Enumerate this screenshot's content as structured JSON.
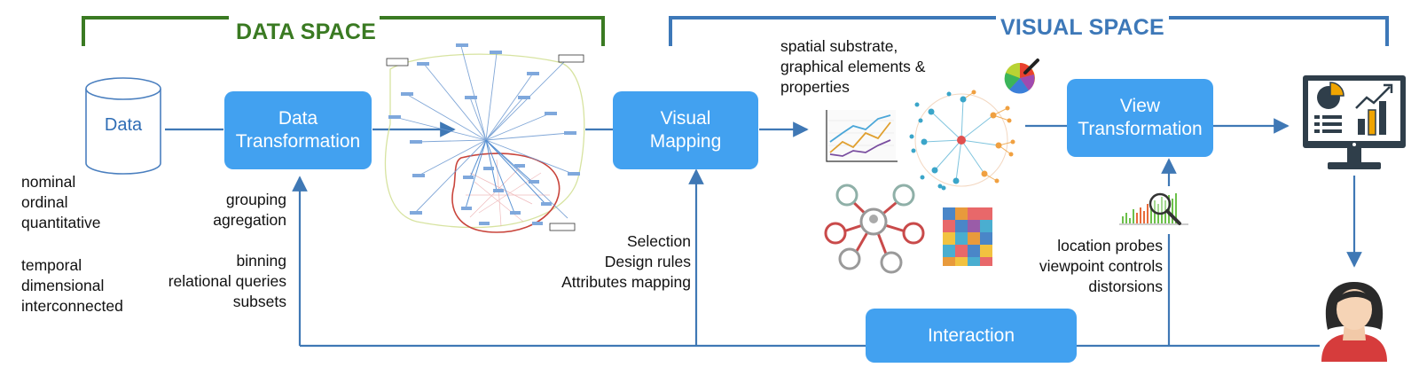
{
  "spaces": {
    "data_space": "DATA SPACE",
    "visual_space": "VISUAL SPACE"
  },
  "nodes": {
    "data": "Data",
    "data_transformation": [
      "Data",
      "Transformation"
    ],
    "visual_mapping": [
      "Visual",
      "Mapping"
    ],
    "view_transformation": [
      "View",
      "Transformation"
    ],
    "interaction": "Interaction"
  },
  "labels": {
    "data_types_a": [
      "nominal",
      "ordinal",
      "quantitative"
    ],
    "data_types_b": [
      "temporal",
      "dimensional",
      "interconnected"
    ],
    "transform_ops_a": [
      "grouping",
      "agregation"
    ],
    "transform_ops_b": [
      "binning",
      "relational queries",
      "subsets"
    ],
    "mapping_ops": [
      "Selection",
      "Design rules",
      "Attributes mapping"
    ],
    "visual_structures": [
      "spatial substrate,",
      "graphical elements &",
      "properties"
    ],
    "view_ops": [
      "location probes",
      "viewpoint controls",
      "distorsions"
    ]
  },
  "colors": {
    "data_space": "#3a7a22",
    "visual_space": "#3d78b8",
    "box": "#42a1f0",
    "arrow": "#3f78b5"
  },
  "icons": [
    "database-icon",
    "network-graph-icon",
    "color-wheel-icon",
    "line-chart-icon",
    "radial-tree-icon",
    "mind-map-icon",
    "heatmap-icon",
    "magnifier-chart-icon",
    "monitor-dashboard-icon",
    "user-avatar-icon"
  ]
}
